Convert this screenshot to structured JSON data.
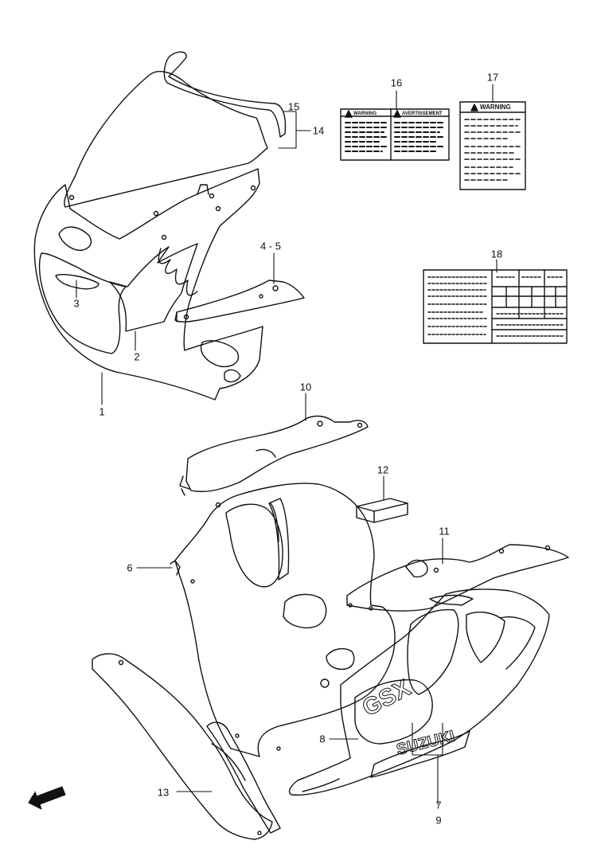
{
  "parts": [
    {
      "id": "1",
      "label": "1"
    },
    {
      "id": "2",
      "label": "2"
    },
    {
      "id": "3",
      "label": "3"
    },
    {
      "id": "4-5",
      "label": "4 - 5"
    },
    {
      "id": "6",
      "label": "6"
    },
    {
      "id": "7",
      "label": "7"
    },
    {
      "id": "8",
      "label": "8"
    },
    {
      "id": "9",
      "label": "9"
    },
    {
      "id": "10",
      "label": "10"
    },
    {
      "id": "11",
      "label": "11"
    },
    {
      "id": "12",
      "label": "12"
    },
    {
      "id": "13",
      "label": "13"
    },
    {
      "id": "14",
      "label": "14"
    },
    {
      "id": "15",
      "label": "15"
    },
    {
      "id": "16",
      "label": "16"
    },
    {
      "id": "17",
      "label": "17"
    },
    {
      "id": "18",
      "label": "18"
    }
  ],
  "labels": {
    "warning_left": "WARNING",
    "warning_right": "AVERTISSEMENT",
    "warning_single": "WARNING"
  },
  "direction": "FWD"
}
